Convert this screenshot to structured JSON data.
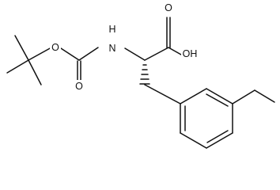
{
  "molecule": {
    "atoms": {
      "O_ether": "O",
      "NH": "H",
      "N": "N",
      "O_carbonyl": "O",
      "O_acid": "O",
      "OH": "OH"
    }
  }
}
